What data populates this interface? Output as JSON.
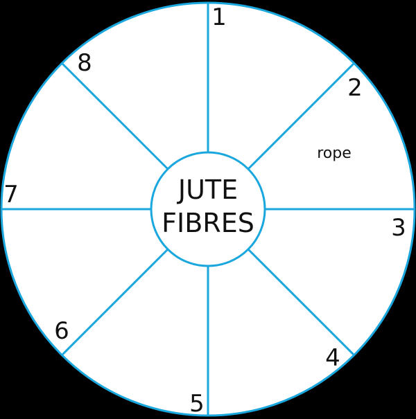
{
  "diagram": {
    "center": {
      "line1": "JUTE",
      "line2": "FIBRES"
    },
    "stroke_color": "#1aa7de",
    "fill_color": "#ffffff",
    "segments": [
      {
        "number": "1",
        "text": ""
      },
      {
        "number": "2",
        "text": "rope"
      },
      {
        "number": "3",
        "text": ""
      },
      {
        "number": "4",
        "text": ""
      },
      {
        "number": "5",
        "text": ""
      },
      {
        "number": "6",
        "text": ""
      },
      {
        "number": "7",
        "text": ""
      },
      {
        "number": "8",
        "text": ""
      }
    ]
  }
}
